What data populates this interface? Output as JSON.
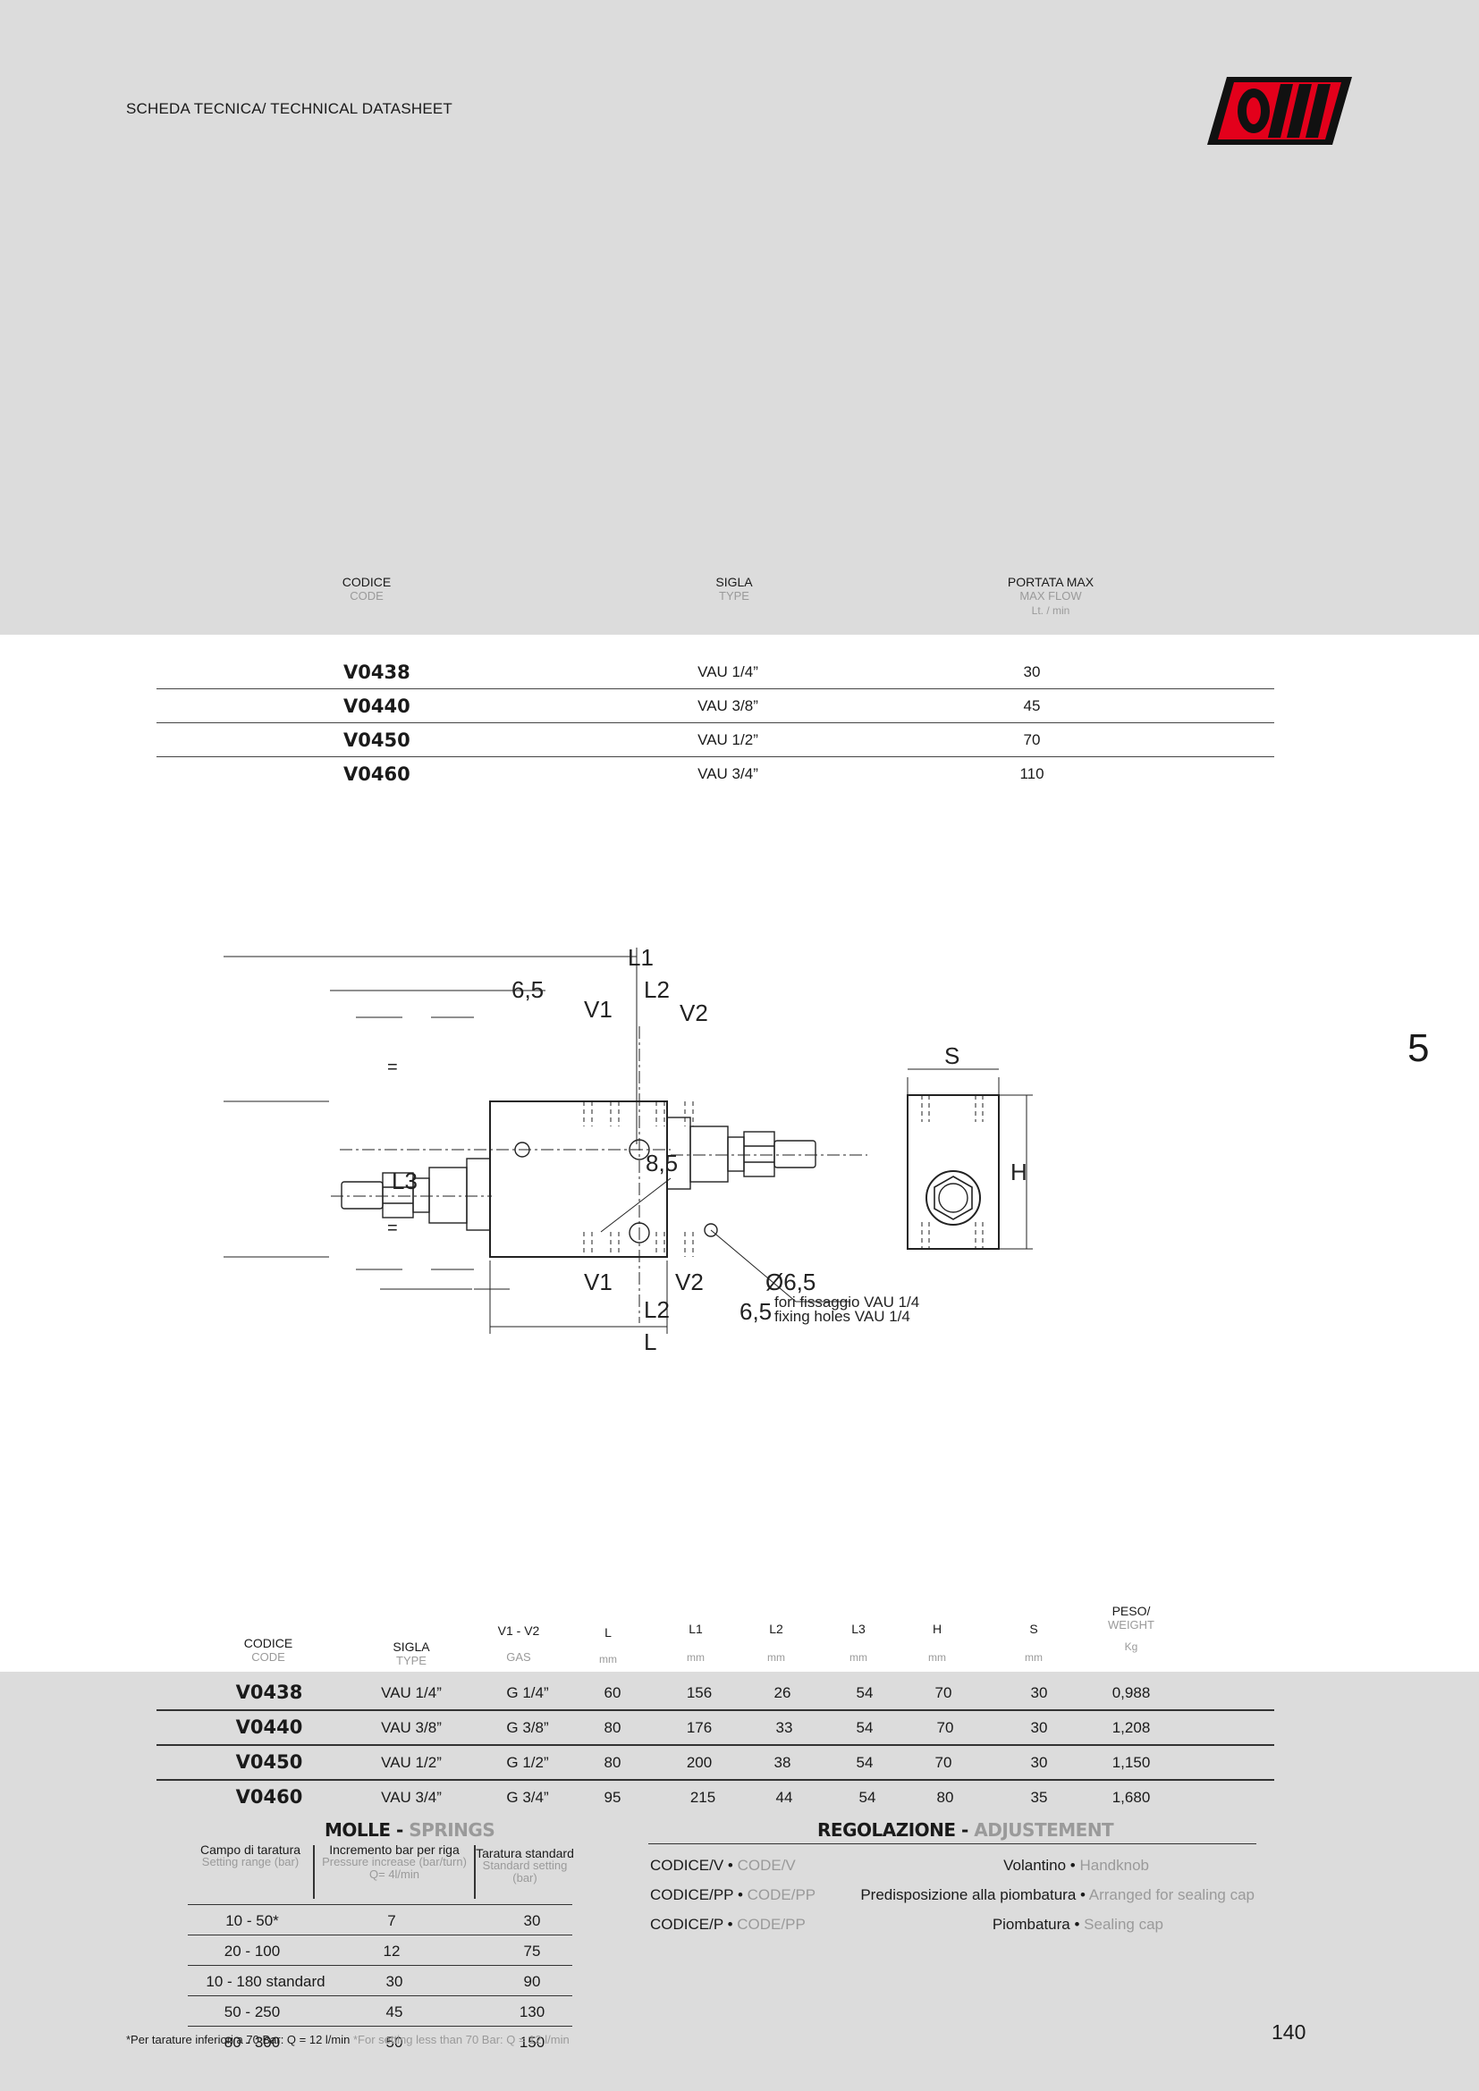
{
  "header": {
    "title": "SCHEDA TECNICA/ TECHNICAL DATASHEET",
    "chapter": "5",
    "page_number": "140"
  },
  "summary_table": {
    "headers": [
      {
        "it": "CODICE",
        "en": "CODE",
        "unit": ""
      },
      {
        "it": "SIGLA",
        "en": "TYPE",
        "unit": ""
      },
      {
        "it": "PORTATA MAX",
        "en": "MAX FLOW",
        "unit": "Lt. / min"
      }
    ],
    "rows": [
      {
        "code": "V0438",
        "type": "VAU 1/4”",
        "flow": "30"
      },
      {
        "code": "V0440",
        "type": "VAU 3/8”",
        "flow": "45"
      },
      {
        "code": "V0450",
        "type": "VAU 1/2”",
        "flow": "70"
      },
      {
        "code": "V0460",
        "type": "VAU 3/4”",
        "flow": "110"
      }
    ]
  },
  "drawing": {
    "dims": {
      "L1": "L1",
      "L2": "L2",
      "L3": "L3",
      "L": "L",
      "H": "H",
      "S": "S",
      "V1": "V1",
      "V2": "V2",
      "v65": "6,5",
      "d85": "8,5",
      "eq": "=",
      "hole": "Ø6,5",
      "hole_it": "fori fissaggio VAU 1/4",
      "hole_en": "fixing holes VAU 1/4"
    }
  },
  "dimension_table": {
    "headers": [
      {
        "it": "CODICE",
        "en": "CODE"
      },
      {
        "it": "SIGLA",
        "en": "TYPE"
      },
      {
        "it": "V1 - V2",
        "en": "GAS"
      },
      {
        "it": "L",
        "en": "mm"
      },
      {
        "it": "L1",
        "en": "mm"
      },
      {
        "it": "L2",
        "en": "mm"
      },
      {
        "it": "L3",
        "en": "mm"
      },
      {
        "it": "H",
        "en": "mm"
      },
      {
        "it": "S",
        "en": "mm"
      },
      {
        "it": "PESO/",
        "it2": "WEIGHT",
        "en": "Kg"
      }
    ],
    "rows": [
      {
        "code": "V0438",
        "type": "VAU 1/4”",
        "gas": "G 1/4”",
        "L": "60",
        "L1": "156",
        "L2": "26",
        "L3": "54",
        "H": "70",
        "S": "30",
        "weight": "0,988"
      },
      {
        "code": "V0440",
        "type": "VAU 3/8”",
        "gas": "G 3/8”",
        "L": "80",
        "L1": "176",
        "L2": "33",
        "L3": "54",
        "H": "70",
        "S": "30",
        "weight": "1,208"
      },
      {
        "code": "V0450",
        "type": "VAU 1/2”",
        "gas": "G 1/2”",
        "L": "80",
        "L1": "200",
        "L2": "38",
        "L3": "54",
        "H": "70",
        "S": "30",
        "weight": "1,150"
      },
      {
        "code": "V0460",
        "type": "VAU 3/4”",
        "gas": "G 3/4”",
        "L": "95",
        "L1": "215",
        "L2": "44",
        "L3": "54",
        "H": "80",
        "S": "35",
        "weight": "1,680"
      }
    ]
  },
  "springs": {
    "title_it": "MOLLE - ",
    "title_en": "SPRINGS",
    "headers": [
      {
        "it": "Campo di taratura",
        "en": "Setting range (bar)",
        "en2": ""
      },
      {
        "it": "Incremento bar per riga",
        "en": "Pressure increase (bar/turn)",
        "en2": "Q= 4l/min"
      },
      {
        "it": "Taratura standard",
        "en": "Standard setting",
        "en2": "(bar)"
      }
    ],
    "rows": [
      {
        "range": "10 - 50*",
        "increase": "7",
        "standard": "30"
      },
      {
        "range": "20 - 100",
        "increase": "12",
        "standard": "75"
      },
      {
        "range": "10 - 180 standard",
        "increase": "30",
        "standard": "90"
      },
      {
        "range": "50 - 250",
        "increase": "45",
        "standard": "130"
      },
      {
        "range": "80 - 300",
        "increase": "50",
        "standard": "150"
      }
    ]
  },
  "adjustment": {
    "title_it": "REGOLAZIONE - ",
    "title_en": "ADJUSTEMENT",
    "rows": [
      {
        "code_it": "CODICE/V",
        "code_en": "CODE/V",
        "desc_it": "Volantino",
        "desc_en": "Handknob"
      },
      {
        "code_it": "CODICE/PP",
        "code_en": "CODE/PP",
        "desc_it": "Predisposizione alla piombatura",
        "desc_en": "Arranged for sealing cap"
      },
      {
        "code_it": "CODICE/P",
        "code_en": "CODE/PP",
        "desc_it": "Piombatura",
        "desc_en": "Sealing cap"
      }
    ]
  },
  "footnote": {
    "it": "*Per tarature inferiori a 70 Bar: Q = 12 l/min",
    "en": "*For setting less than 70 Bar: Q = 12 l/min"
  },
  "colors": {
    "band": "#dcdcdc",
    "logo_red": "#e3001b",
    "muted": "#9a9a9a"
  }
}
